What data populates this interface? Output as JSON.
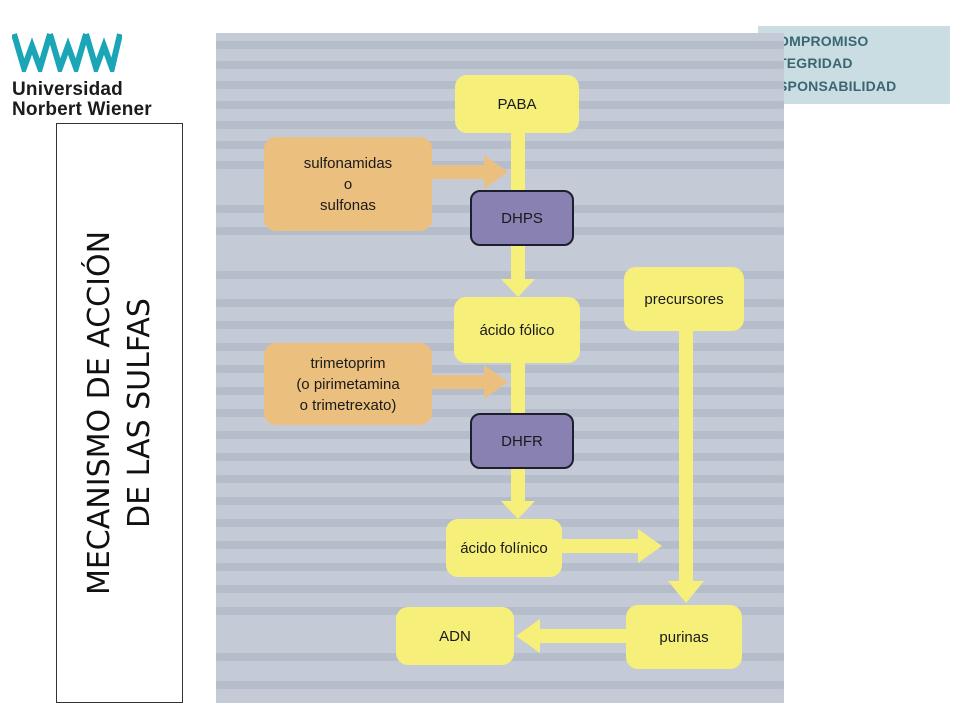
{
  "logo": {
    "line1": "Universidad",
    "line2": "Norbert Wiener",
    "mark_color": "#1aa6b7"
  },
  "title": {
    "line1": "MECANISMO DE ACCIÓN",
    "line2": "DE LAS SULFAS"
  },
  "banner": {
    "line1": "OMPROMISO",
    "line2": "TEGRIDAD",
    "line3": "SPONSABILIDAD"
  },
  "diagram": {
    "paba": "PABA",
    "sulfonamidas": {
      "l1": "sulfonamidas",
      "l2": "o",
      "l3": "sulfonas"
    },
    "dhps": "DHPS",
    "precursores": "precursores",
    "acido_folico": "ácido fólico",
    "trimetoprim": {
      "l1": "trimetoprim",
      "l2": "(o pirimetamina",
      "l3": "o trimetrexato)"
    },
    "dhfr": "DHFR",
    "acido_folinico": "ácido folínico",
    "adn": "ADN",
    "purinas": "purinas"
  },
  "colors": {
    "node_yellow": "#f6ef7a",
    "node_orange": "#ebbf7e",
    "enzyme_purple": "#8a81b3",
    "page_bg": "#c4cbd6"
  }
}
